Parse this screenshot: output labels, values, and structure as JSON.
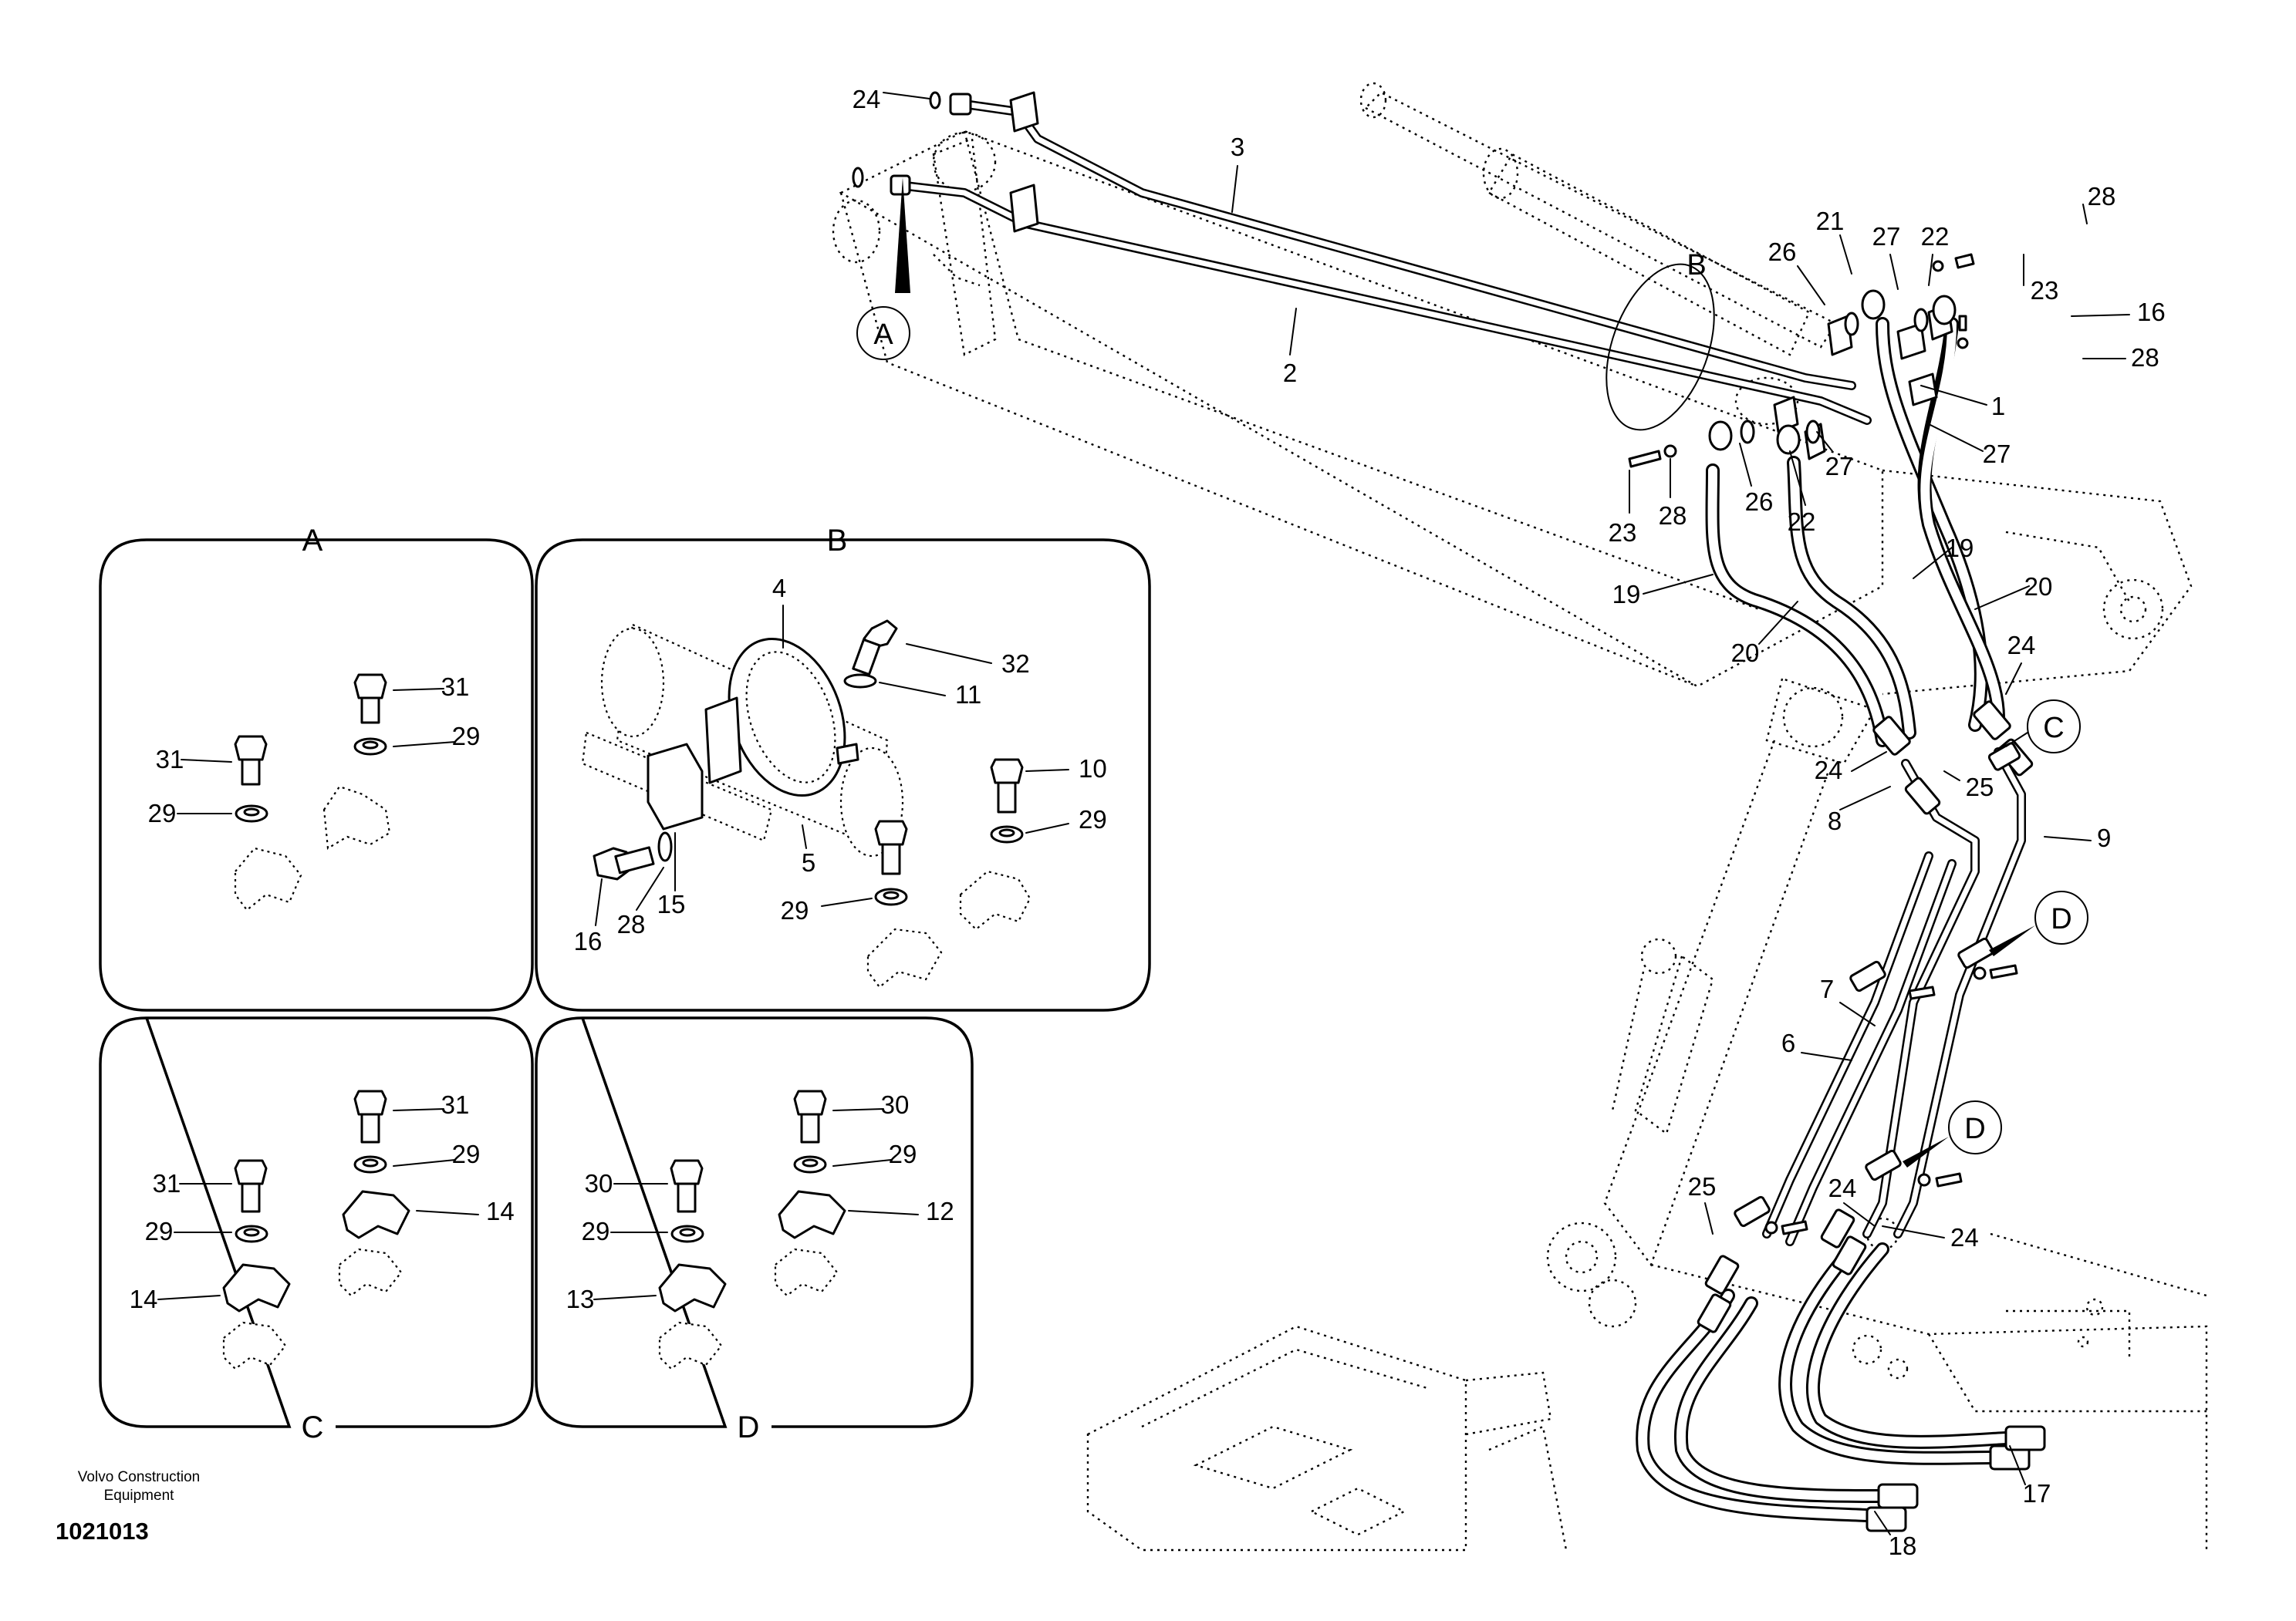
{
  "publisher": {
    "line1": "Volvo Construction",
    "line2": "Equipment",
    "drawing_number": "1021013"
  },
  "detail_panels": {
    "A": {
      "title": "A"
    },
    "B": {
      "title": "B"
    },
    "C": {
      "title": "C"
    },
    "D": {
      "title": "D"
    }
  },
  "callouts": {
    "A": "A",
    "B": "B",
    "C": "C",
    "D1": "D",
    "D2": "D"
  },
  "main_labels": [
    "24",
    "3",
    "2",
    "23",
    "28",
    "16",
    "28",
    "21",
    "26",
    "27",
    "22",
    "1",
    "27",
    "26",
    "27",
    "22",
    "23",
    "28",
    "19",
    "20",
    "19",
    "20",
    "24",
    "24",
    "25",
    "8",
    "9",
    "7",
    "6",
    "24",
    "25",
    "24",
    "17",
    "18"
  ],
  "panel_A_labels": [
    "31",
    "29",
    "31",
    "29"
  ],
  "panel_B_labels": [
    "4",
    "32",
    "11",
    "10",
    "29",
    "5",
    "29",
    "16",
    "28",
    "15"
  ],
  "panel_C_labels": [
    "31",
    "29",
    "14",
    "31",
    "29",
    "14"
  ],
  "panel_D_labels": [
    "30",
    "29",
    "12",
    "30",
    "29",
    "13"
  ]
}
